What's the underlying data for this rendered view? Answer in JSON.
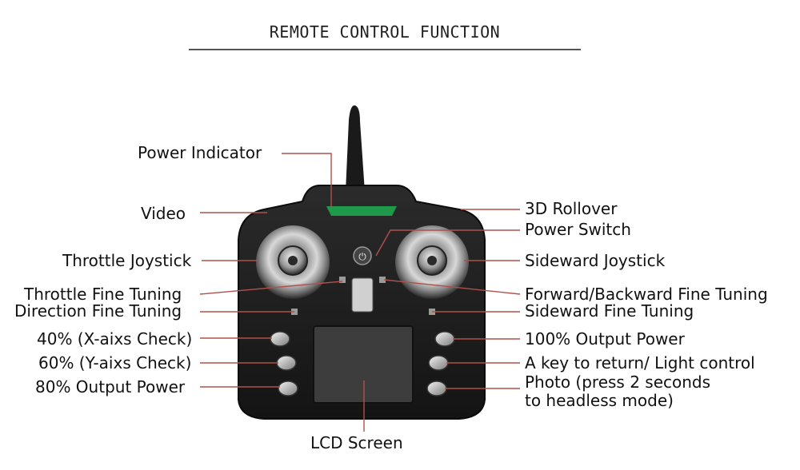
{
  "title": "REMOTE CONTROL FUNCTION",
  "labels_left": [
    {
      "id": "power-indicator",
      "text": "Power Indicator"
    },
    {
      "id": "video",
      "text": "Video"
    },
    {
      "id": "throttle-joystick",
      "text": "Throttle Joystick"
    },
    {
      "id": "throttle-fine-tuning",
      "text": "Throttle Fine Tuning"
    },
    {
      "id": "direction-fine-tuning",
      "text": "Direction Fine Tuning"
    },
    {
      "id": "x-axis-check",
      "text": "40% (X-aixs Check)"
    },
    {
      "id": "y-axis-check",
      "text": "60% (Y-aixs Check)"
    },
    {
      "id": "output-80",
      "text": "80% Output Power"
    }
  ],
  "labels_right": [
    {
      "id": "3d-rollover",
      "text": "3D Rollover"
    },
    {
      "id": "power-switch",
      "text": "Power Switch"
    },
    {
      "id": "sideward-joystick",
      "text": "Sideward Joystick"
    },
    {
      "id": "forward-backward-fine-tuning",
      "text": "Forward/Backward Fine Tuning"
    },
    {
      "id": "sideward-fine-tuning",
      "text": "Sideward Fine Tuning"
    },
    {
      "id": "output-100",
      "text": "100% Output Power"
    },
    {
      "id": "return-light",
      "text": "A key to return/ Light control"
    },
    {
      "id": "photo-line1",
      "text": "Photo (press 2 seconds"
    },
    {
      "id": "photo-line2",
      "text": "to headless mode)"
    }
  ],
  "bottom_label": "LCD Screen",
  "colors": {
    "leader_line": "#b0504a",
    "controller_body": "#1c1c1c",
    "indicator": "#1f9a4a"
  }
}
